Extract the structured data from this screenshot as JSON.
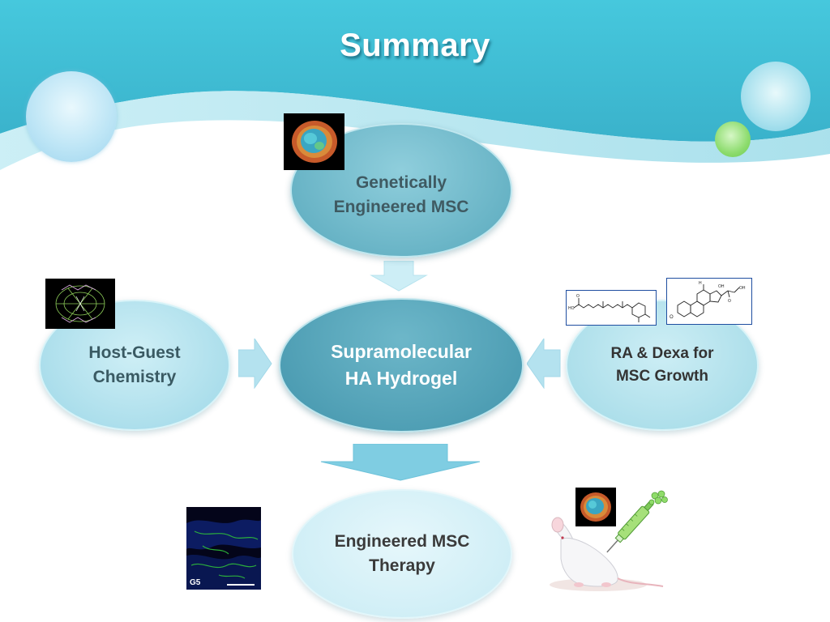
{
  "slide": {
    "title": "Summary"
  },
  "colors": {
    "header_top": "#3fc3d9",
    "header_bottom": "#43b8cf",
    "wave_light": "#bfe8f1",
    "accent_green": "#7fd46a"
  },
  "nodes": {
    "top": {
      "label": "Genetically\nEngineered MSC"
    },
    "center": {
      "label": "Supramolecular\nHA Hydrogel"
    },
    "left": {
      "label": "Host-Guest\nChemistry"
    },
    "right": {
      "label": "RA & Dexa for\nMSC Growth"
    },
    "bottom": {
      "label": "Engineered MSC\nTherapy"
    }
  },
  "images": {
    "tissue_label": "G5"
  },
  "icons": [
    "cell-micrograph-icon",
    "host-guest-structure-icon",
    "retinoic-acid-structure-icon",
    "dexamethasone-structure-icon",
    "tissue-fluorescence-icon",
    "mouse-icon",
    "syringe-icon"
  ]
}
